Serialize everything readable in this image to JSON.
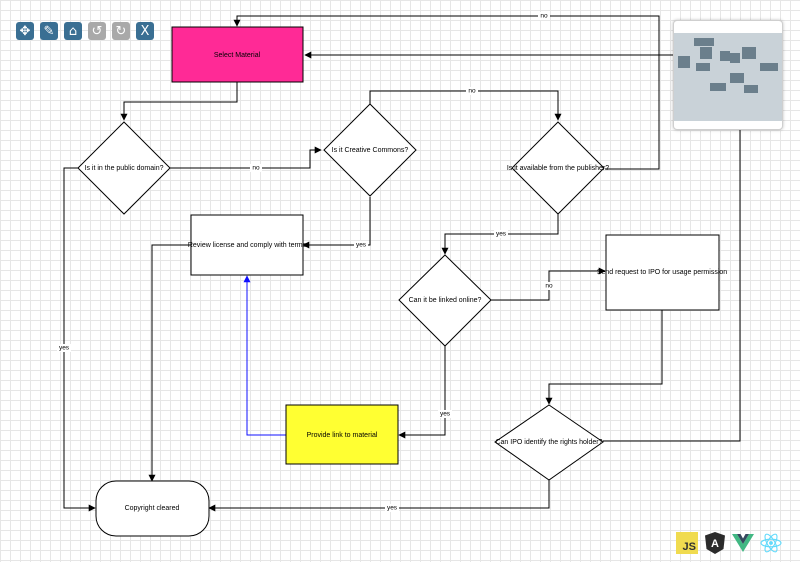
{
  "toolbar": {
    "tools": [
      {
        "icon": "move-icon",
        "glyph": "✥",
        "state": "active"
      },
      {
        "icon": "pencil-icon",
        "glyph": "✎",
        "state": "active"
      },
      {
        "icon": "home-icon",
        "glyph": "⌂",
        "state": "active"
      },
      {
        "icon": "undo-icon",
        "glyph": "↺",
        "state": "inactive"
      },
      {
        "icon": "redo-icon",
        "glyph": "↻",
        "state": "inactive"
      },
      {
        "icon": "close-icon",
        "glyph": "X",
        "state": "active"
      }
    ]
  },
  "colors": {
    "accent": "#3a6f93",
    "select_material_fill": "#ff2a96",
    "provide_link_fill": "#ffff32",
    "blue_edge": "#1010ff",
    "stroke": "#000000"
  },
  "nodes": {
    "select_material": "Select Material",
    "public_domain": "Is it in the public domain?",
    "creative_commons": "Is it Creative Commons?",
    "available_publisher": "Is it available from the publisher?",
    "review_license": "Review license and comply with terms",
    "linked_online": "Can it be linked online?",
    "send_request": "Send request to IPO for usage permission",
    "provide_link": "Provide link to material",
    "ipo_identify": "Can IPO identify the rights holder?",
    "copyright_cleared": "Copyright cleared"
  },
  "edge_labels": {
    "top_no": "no",
    "pd_no": "no",
    "cc_no": "no",
    "cc_yes": "yes",
    "pub_yes": "yes",
    "link_no": "no",
    "link_yes": "yes",
    "pd_yes": "yes",
    "ipo_yes": "yes"
  },
  "logos": [
    {
      "icon": "javascript-logo-icon",
      "text": "JS"
    },
    {
      "icon": "angular-logo-icon",
      "text": "A"
    },
    {
      "icon": "vue-logo-icon",
      "text": ""
    },
    {
      "icon": "react-logo-icon",
      "text": ""
    }
  ]
}
